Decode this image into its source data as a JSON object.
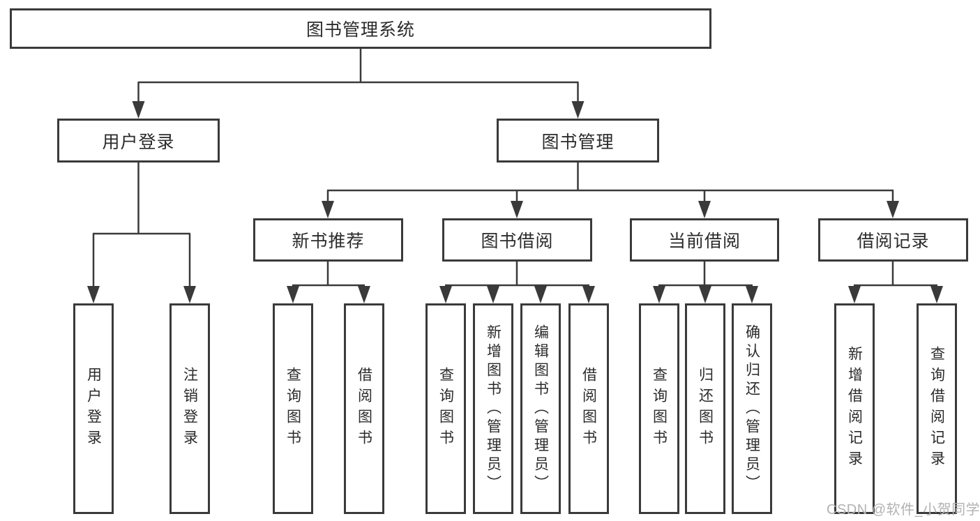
{
  "tree": {
    "root": {
      "label": "图书管理系统"
    },
    "branches": [
      {
        "label": "用户登录",
        "leaves": [
          "用户登录",
          "注销登录"
        ]
      },
      {
        "label": "图书管理",
        "groups": [
          {
            "label": "新书推荐",
            "leaves": [
              "查询图书",
              "借阅图书"
            ]
          },
          {
            "label": "图书借阅",
            "leaves": [
              "查询图书",
              "新增图书（管理员）",
              "编辑图书（管理员）",
              "借阅图书"
            ]
          },
          {
            "label": "当前借阅",
            "leaves": [
              "查询图书",
              "归还图书",
              "确认归还（管理员）"
            ]
          },
          {
            "label": "借阅记录",
            "leaves": [
              "新增借阅记录",
              "查询借阅记录"
            ]
          }
        ]
      }
    ]
  },
  "watermark": {
    "text": "CSDN @软件_小贺同学",
    "color": "#b2b2b2"
  },
  "colors": {
    "line": "#3a3a3a",
    "text": "#2b2b2b",
    "background": "#ffffff"
  }
}
